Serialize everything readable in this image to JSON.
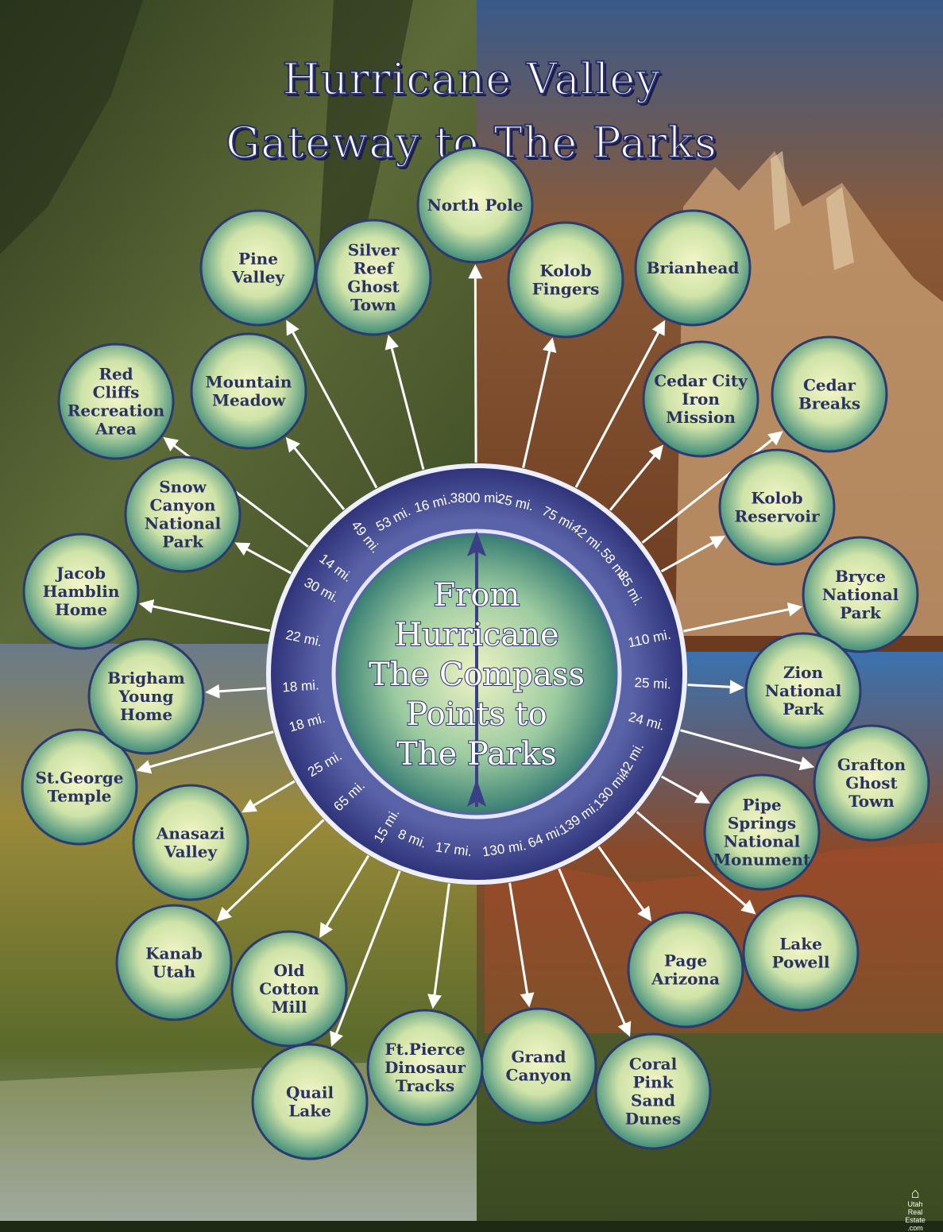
{
  "title": {
    "line1": "Hurricane Valley",
    "line2": "Gateway to The Parks"
  },
  "center_text": [
    "From",
    "Hurricane",
    "The Compass",
    "Points to",
    "The Parks"
  ],
  "destinations": [
    {
      "name": "North Pole",
      "lines": [
        "North Pole"
      ],
      "distance": "3800 mi."
    },
    {
      "name": "Kolob Fingers",
      "lines": [
        "Kolob",
        "Fingers"
      ],
      "distance": "25 mi."
    },
    {
      "name": "Brianhead",
      "lines": [
        "Brianhead"
      ],
      "distance": "75 mi."
    },
    {
      "name": "Cedar City Iron Mission",
      "lines": [
        "Cedar City",
        "Iron",
        "Mission"
      ],
      "distance": "42 mi."
    },
    {
      "name": "Cedar Breaks",
      "lines": [
        "Cedar",
        "Breaks"
      ],
      "distance": "58 mi."
    },
    {
      "name": "Kolob Reservoir",
      "lines": [
        "Kolob",
        "Reservoir"
      ],
      "distance": "35 mi."
    },
    {
      "name": "Bryce National Park",
      "lines": [
        "Bryce",
        "National",
        "Park"
      ],
      "distance": "110 mi."
    },
    {
      "name": "Zion National Park",
      "lines": [
        "Zion",
        "National",
        "Park"
      ],
      "distance": "25 mi."
    },
    {
      "name": "Grafton Ghost Town",
      "lines": [
        "Grafton",
        "Ghost",
        "Town"
      ],
      "distance": "24 mi."
    },
    {
      "name": "Pipe Springs National Monument",
      "lines": [
        "Pipe",
        "Springs",
        "National",
        "Monument"
      ],
      "distance": "42 mi."
    },
    {
      "name": "Lake Powell",
      "lines": [
        "Lake",
        "Powell"
      ],
      "distance": "130 mi."
    },
    {
      "name": "Page Arizona",
      "lines": [
        "Page",
        "Arizona"
      ],
      "distance": "139 mi."
    },
    {
      "name": "Coral Pink Sand Dunes",
      "lines": [
        "Coral",
        "Pink",
        "Sand",
        "Dunes"
      ],
      "distance": "64 mi."
    },
    {
      "name": "Grand Canyon",
      "lines": [
        "Grand",
        "Canyon"
      ],
      "distance": "130 mi."
    },
    {
      "name": "Ft.Pierce Dinosaur Tracks",
      "lines": [
        "Ft.Pierce",
        "Dinosaur",
        "Tracks"
      ],
      "distance": "17 mi."
    },
    {
      "name": "Quail Lake",
      "lines": [
        "Quail",
        "Lake"
      ],
      "distance": "8 mi."
    },
    {
      "name": "Old Cotton Mill",
      "lines": [
        "Old",
        "Cotton",
        "Mill"
      ],
      "distance": "15 mi."
    },
    {
      "name": "Kanab Utah",
      "lines": [
        "Kanab",
        "Utah"
      ],
      "distance": "65 mi."
    },
    {
      "name": "Anasazi Valley",
      "lines": [
        "Anasazi",
        "Valley"
      ],
      "distance": "25 mi."
    },
    {
      "name": "St.George Temple",
      "lines": [
        "St.George",
        "Temple"
      ],
      "distance": "18 mi."
    },
    {
      "name": "Brigham Young Home",
      "lines": [
        "Brigham",
        "Young",
        "Home"
      ],
      "distance": "18 mi."
    },
    {
      "name": "Jacob Hamblin Home",
      "lines": [
        "Jacob",
        "Hamblin",
        "Home"
      ],
      "distance": "22 mi."
    },
    {
      "name": "Snow Canyon National Park",
      "lines": [
        "Snow",
        "Canyon",
        "National",
        "Park"
      ],
      "distance": "30 mi."
    },
    {
      "name": "Red Cliffs Recreation Area",
      "lines": [
        "Red",
        "Cliffs",
        "Recreation",
        "Area"
      ],
      "distance": "14 mi."
    },
    {
      "name": "Mountain Meadow",
      "lines": [
        "Mountain",
        "Meadow"
      ],
      "distance": "49 mi."
    },
    {
      "name": "Pine Valley",
      "lines": [
        "Pine",
        "Valley"
      ],
      "distance": "53 mi."
    },
    {
      "name": "Silver Reef Ghost Town",
      "lines": [
        "Silver",
        "Reef",
        "Ghost",
        "Town"
      ],
      "distance": "16 mi."
    }
  ],
  "logo": {
    "line1": "Utah",
    "line2": "Real",
    "line3": "Estate",
    "line4": ".com"
  },
  "colors": {
    "ring": "#3b3f86",
    "ring_light": "#5a62a8",
    "bubble_center": "#f4f6c8",
    "bubble_edge": "#3f8c7a",
    "bubble_border": "#2c3a6e",
    "label_text": "#2b3260",
    "arrow": "#ffffff",
    "title_outline": "#2a2f6e"
  }
}
